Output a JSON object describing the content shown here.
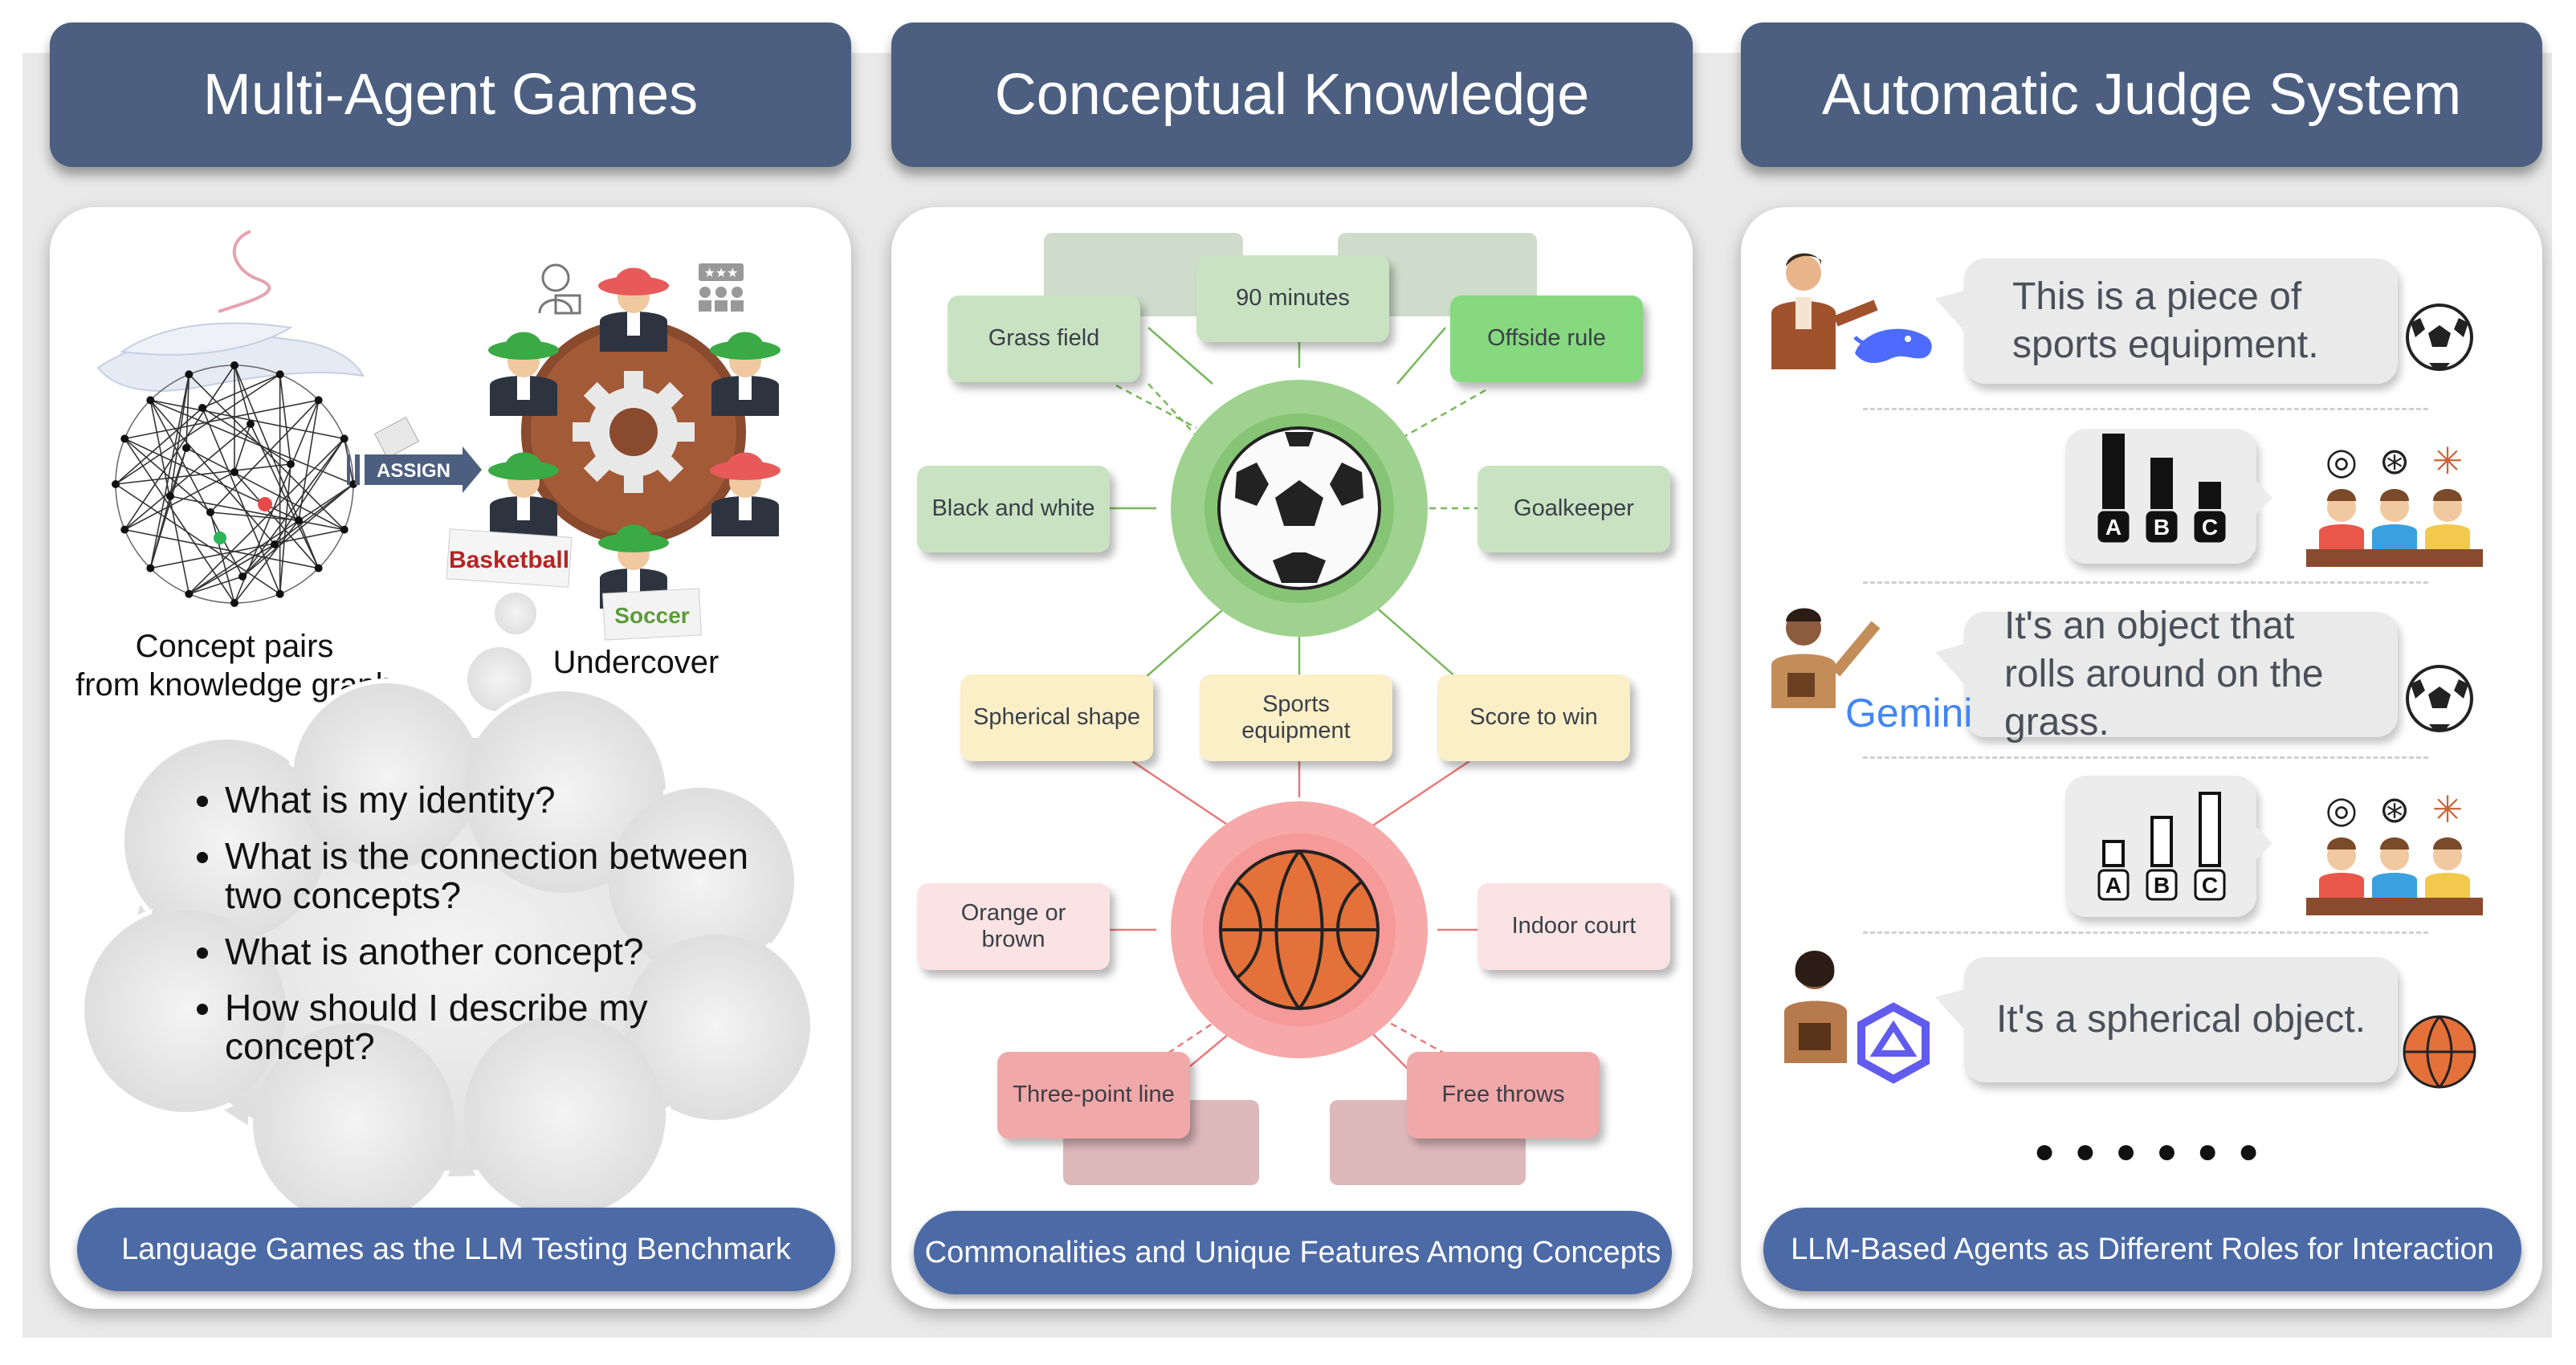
{
  "headers": [
    "Multi-Agent Games",
    "Conceptual Knowledge",
    "Automatic Judge System"
  ],
  "footers": [
    "Language Games as the LLM Testing Benchmark",
    "Commonalities and Unique Features Among Concepts",
    "LLM-Based Agents as Different Roles for Interaction"
  ],
  "panel1": {
    "graph_caption_line1": "Concept pairs",
    "graph_caption_line2": "from knowledge graph",
    "assign_label": "ASSIGN",
    "card_basketball": "Basketball",
    "card_soccer": "Soccer",
    "game_label": "Undercover",
    "questions": [
      "What is my identity?",
      "What is the connection between two concepts?",
      "What is another concept?",
      "How should I describe my concept?"
    ]
  },
  "panel2": {
    "soccer_top": [
      "Grass field",
      "90 minutes",
      "Offside rule"
    ],
    "soccer_side": [
      "Black and white",
      "Goalkeeper"
    ],
    "shared": [
      "Spherical shape",
      "Sports equipment",
      "Score to win"
    ],
    "basketball_side": [
      "Orange or brown",
      "Indoor court"
    ],
    "basketball_bottom": [
      "Three-point line",
      "Free throws"
    ]
  },
  "panel3": {
    "utterance_1": "This is a piece of sports equipment.",
    "utterance_2": "It's an object that rolls around on the grass.",
    "utterance_3": "It's a spherical object.",
    "gemini_logo_text": "Gemini",
    "vote_labels": [
      "A",
      "B",
      "C"
    ],
    "vote_heights_1": [
      3,
      2,
      1
    ],
    "vote_heights_2": [
      1,
      2,
      3
    ],
    "ellipsis": "● ● ● ● ● ●"
  },
  "colors": {
    "header": "#4c5f80",
    "footer": "#4c6aa6",
    "soccer_green": "#8fcf85",
    "basketball_red": "#f39a9a",
    "shared_yellow": "#fbefc8"
  }
}
